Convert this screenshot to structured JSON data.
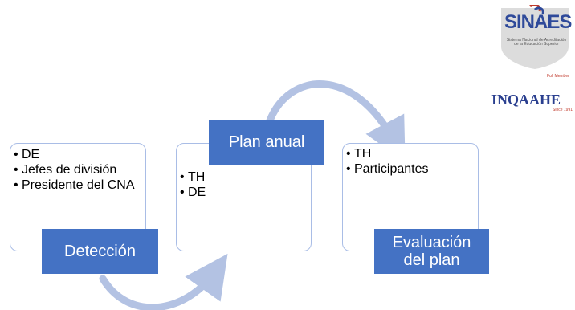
{
  "stages": [
    {
      "title": "Plan anual",
      "items": [
        "TH",
        "DE"
      ]
    },
    {
      "title": "Detección",
      "items": [
        "DE",
        "Jefes de división",
        "Presidente del CNA"
      ]
    },
    {
      "title": "Evaluación del plan",
      "items": [
        "TH",
        "Participantes"
      ]
    }
  ],
  "logos": {
    "sinaes": {
      "name": "SINAES",
      "subtitle": "Sistema Nacional de Acreditación de la Educación Superior"
    },
    "full_member": "Full Member",
    "inqaahe": {
      "name": "INQAAHE",
      "since": "Since 1991"
    }
  },
  "colors": {
    "accent": "#4472c4",
    "card_border": "#a9bde6",
    "arrow": "#b3c2e3"
  }
}
